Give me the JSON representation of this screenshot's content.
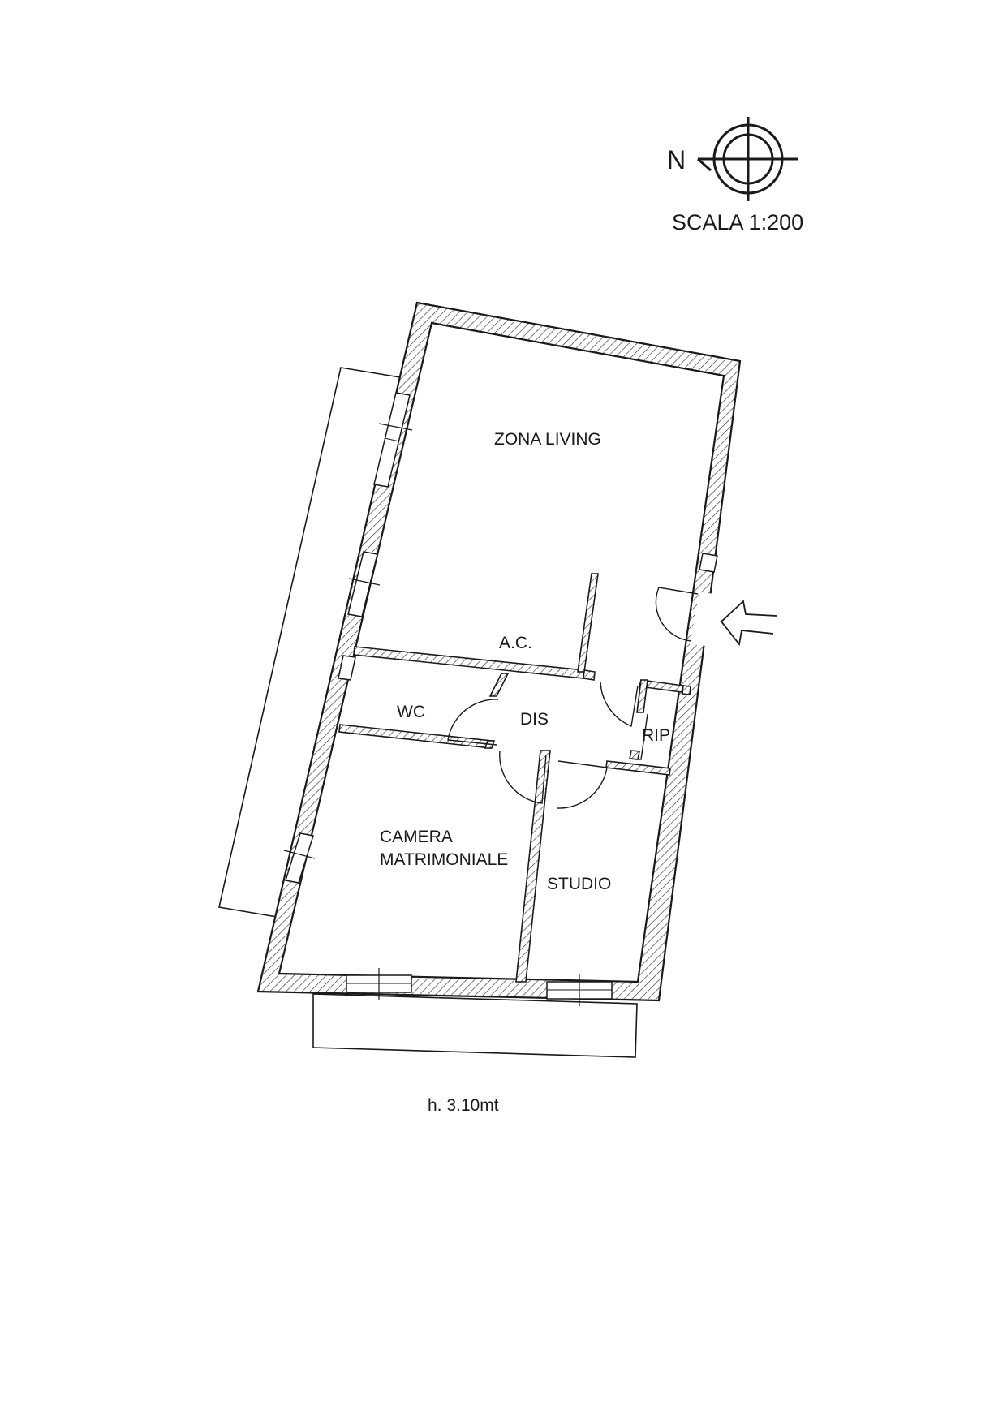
{
  "north": {
    "label": "N",
    "icon": "north-arrow-compass-icon"
  },
  "scale": {
    "label": "SCALA 1:200"
  },
  "rooms": {
    "living": "ZONA LIVING",
    "ac": "A.C.",
    "wc": "WC",
    "dis": "DIS",
    "rip": "RIP",
    "camera_line1": "CAMERA",
    "camera_line2": "MATRIMONIALE",
    "studio": "STUDIO"
  },
  "height_note": "h. 3.10mt",
  "entrance": {
    "icon": "entrance-arrow-icon"
  }
}
